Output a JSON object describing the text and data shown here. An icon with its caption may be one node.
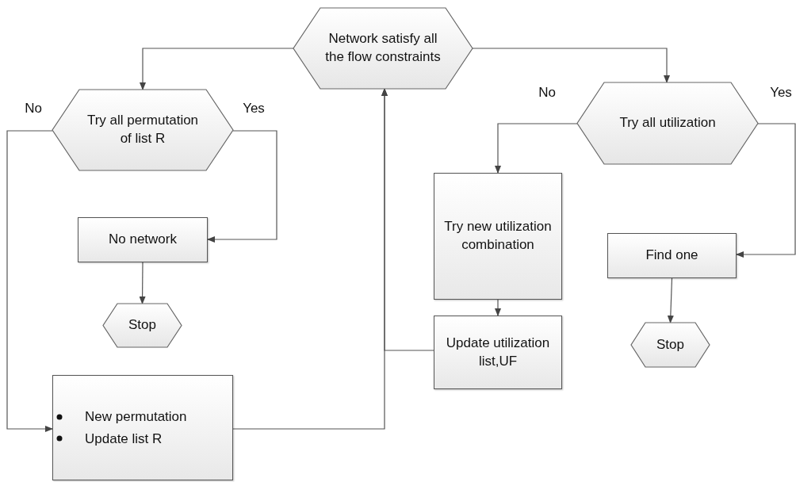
{
  "diagram": {
    "nodes": [
      {
        "text": [
          "Network satisfy all the flow constraints"
        ]
      },
      {
        "text": [
          "Try all permutation of list R"
        ]
      },
      {
        "text": [
          "Try all utilization"
        ]
      },
      {
        "text": [
          "No network"
        ]
      },
      {
        "text": [
          "Stop"
        ]
      },
      {
        "text": [
          "Try new utilization combination"
        ]
      },
      {
        "text": [
          "Update utilization list,UF"
        ]
      },
      {
        "text": [
          "Find one"
        ]
      },
      {
        "text": [
          "Stop"
        ]
      },
      {
        "text": [
          "New permutation",
          "Update list R"
        ]
      }
    ],
    "edges": [
      {
        "from": 0,
        "to": 1,
        "arrow": "to"
      },
      {
        "from": 0,
        "to": 2,
        "arrow": "to"
      },
      {
        "from": 1,
        "to": 9,
        "arrow": "to",
        "label": "No"
      },
      {
        "from": 1,
        "to": 3,
        "arrow": "to",
        "label": "Yes"
      },
      {
        "from": 3,
        "to": 4,
        "arrow": "to"
      },
      {
        "from": 2,
        "to": 5,
        "arrow": "to",
        "label": "No"
      },
      {
        "from": 2,
        "to": 7,
        "arrow": "to",
        "label": "Yes"
      },
      {
        "from": 5,
        "to": 6,
        "arrow": "to"
      },
      {
        "from": 7,
        "to": 8,
        "arrow": "to"
      },
      {
        "from": 6,
        "to": 0,
        "arrow": "to"
      },
      {
        "from": 9,
        "to": 0,
        "arrow": "to"
      }
    ]
  }
}
